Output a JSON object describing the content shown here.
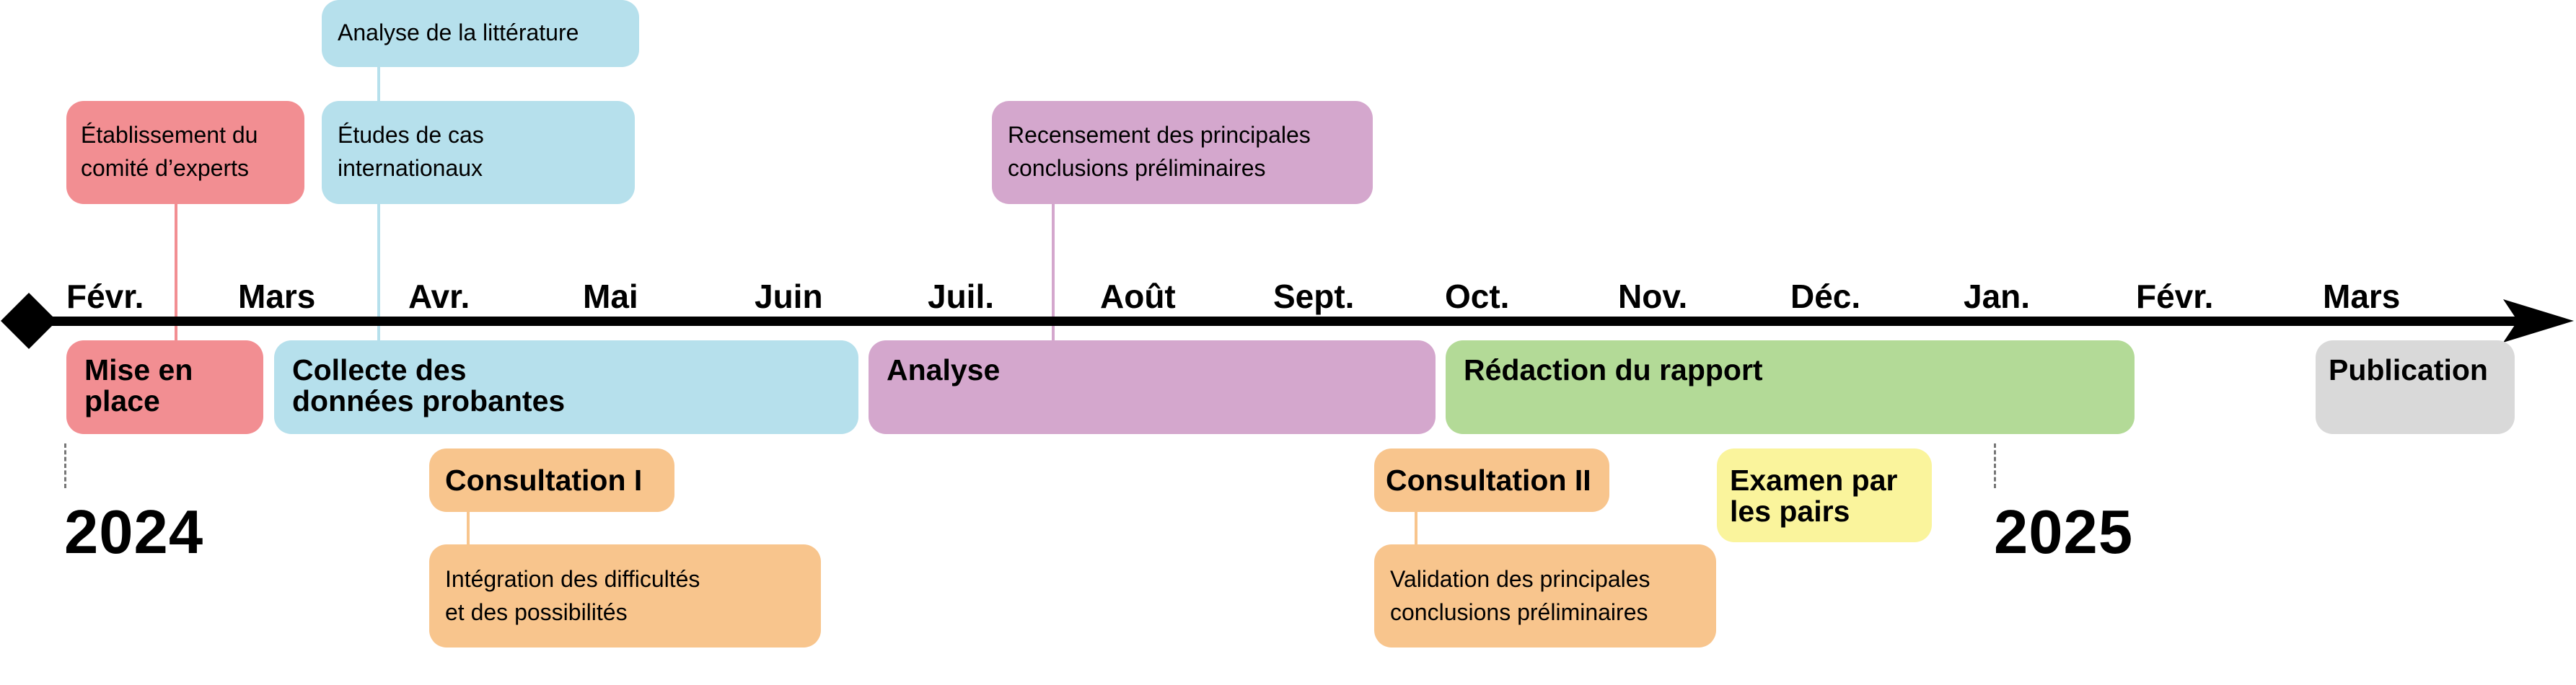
{
  "colors": {
    "red": "#F28E92",
    "blue": "#B6E0EC",
    "purple": "#D4A7CD",
    "orange": "#F8C58D",
    "green": "#B3DA97",
    "yellow": "#FAF49C",
    "gray": "#D9D9D9",
    "axis": "#000000"
  },
  "months": [
    "Févr.",
    "Mars",
    "Avr.",
    "Mai",
    "Juin",
    "Juil.",
    "Août",
    "Sept.",
    "Oct.",
    "Nov.",
    "Déc.",
    "Jan.",
    "Févr.",
    "Mars"
  ],
  "years": [
    "2024",
    "2025"
  ],
  "top_boxes": {
    "experts": "Établissement du\ncomité d’experts",
    "literature": "Analyse de la littérature",
    "case_studies": "Études de cas\ninternationaux",
    "findings": "Recensement des principales\nconclusions préliminaires"
  },
  "phases": {
    "setup": "Mise en\nplace",
    "evidence": "Collecte des\ndonnées probantes",
    "analysis": "Analyse",
    "report": "Rédaction du rapport",
    "publication": "Publication"
  },
  "bottom_boxes": {
    "consultation1": "Consultation I",
    "integration": "Intégration des difficultés\net des possibilités",
    "consultation2": "Consultation II",
    "validation": "Validation des principales\nconclusions préliminaires",
    "peer_review": "Examen par\nles pairs"
  }
}
